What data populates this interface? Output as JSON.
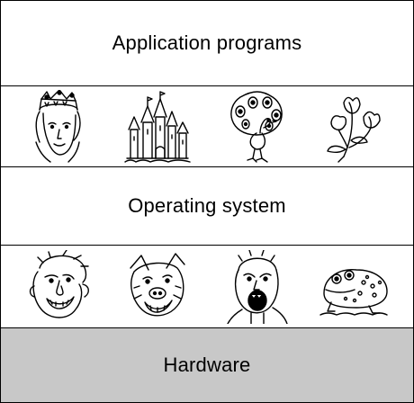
{
  "layers": {
    "applications": {
      "label": "Application programs"
    },
    "os": {
      "label": "Operating system"
    },
    "hardware": {
      "label": "Hardware"
    }
  },
  "colors": {
    "background": "#ffffff",
    "hardware_fill": "#c8c8c8",
    "border": "#000000"
  },
  "icons": {
    "top_row": [
      "queen-icon",
      "castle-icon",
      "peacock-icon",
      "flowers-icon"
    ],
    "bottom_row": [
      "ogre-face-icon",
      "pig-face-icon",
      "screaming-face-icon",
      "toad-icon"
    ]
  }
}
